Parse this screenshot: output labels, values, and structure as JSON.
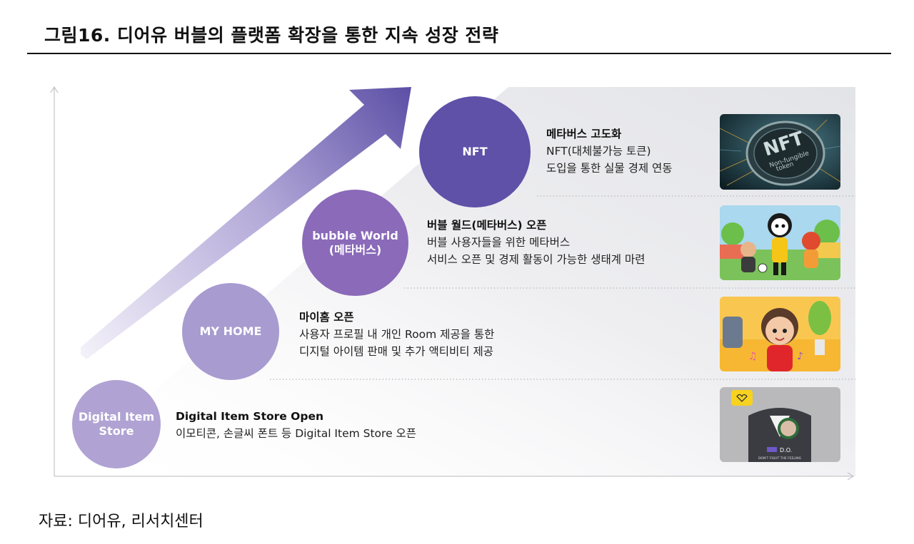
{
  "title": "그림16.  디어유 버블의 플랫폼 확장을 통한 지속 성장 전략",
  "source": "자료: 디어유, 리서치센터",
  "stages": {
    "dis": {
      "circle_lines": [
        "Digital Item",
        "Store"
      ],
      "heading": "Digital Item Store Open",
      "lines": [
        "이모티콘, 손글씨 폰트 등 Digital Item Store 오픈"
      ]
    },
    "home": {
      "circle_lines": [
        "MY HOME"
      ],
      "heading": "마이홈 오픈",
      "lines": [
        "사용자 프로필 내 개인 Room 제공을 통한",
        "디지털 아이템 판매 및 추가 액티비티 제공"
      ]
    },
    "bw": {
      "circle_lines": [
        "bubble World",
        "(메타버스)"
      ],
      "heading": "버블 월드(메타버스) 오픈",
      "lines": [
        "버블 사용자들을 위한 메타버스",
        "서비스 오픈 및 경제 활동이 가능한 생태계 마련"
      ]
    },
    "nft": {
      "circle_lines": [
        "NFT"
      ],
      "heading": "메타버스 고도화",
      "lines": [
        "NFT(대체불가능 토큰)",
        "도입을 통한 실물 경제 연동"
      ]
    }
  },
  "thumbnails": {
    "nft": {
      "coin_text": "NFT",
      "coin_sub1": "Non-fungible",
      "coin_sub2": "token"
    },
    "dis": {
      "badge": "D.O.",
      "caption": "DON'T FIGHT THE FEELING"
    }
  },
  "colors": {
    "dis": "#b0a3d3",
    "home": "#a89bd0",
    "bw": "#8a6ab9",
    "nft": "#5f50a8",
    "arrow_dark": "#5c4fa6",
    "arrow_light": "#d9d3ec",
    "bg_gray": "#e9eaed"
  }
}
